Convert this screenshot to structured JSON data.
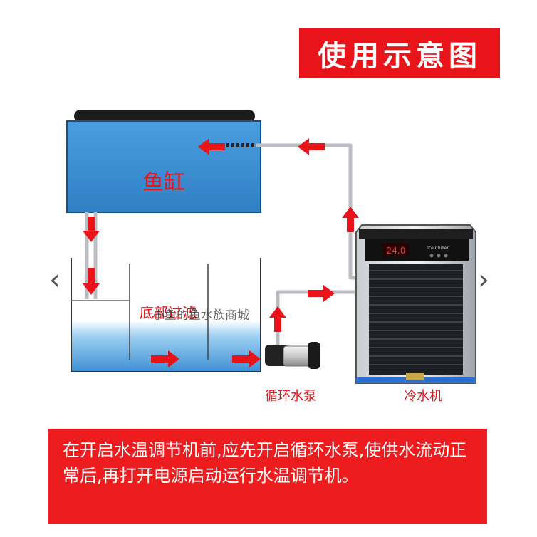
{
  "title": "使用示意图",
  "labels": {
    "tank": "鱼缸",
    "filter": "底部过滤",
    "watermark": "小鱼的鱼水族商城",
    "pump": "循环水泵",
    "chiller": "冷水机",
    "chiller_display": "24.0",
    "chiller_brand": "Ice Chiller"
  },
  "note": "在开启水温调节机前,应先开启循环水泵,使供水流动正常后,再打开电源启动运行水温调节机。",
  "nav": {
    "prev_glyph": "‹",
    "next_glyph": "›"
  },
  "colors": {
    "banner": "#e8141a",
    "tank": "#3a8fd6",
    "arrow": "#e8141a",
    "water": "#5aaee6",
    "label_red": "#e8141a"
  }
}
